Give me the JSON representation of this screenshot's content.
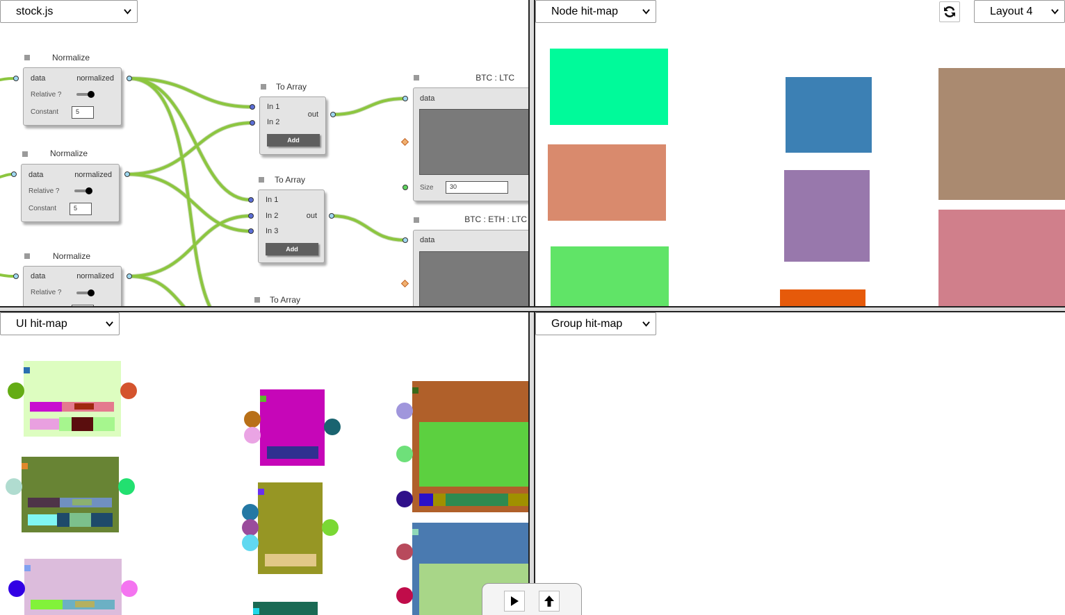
{
  "dropdowns": {
    "top_left": "stock.js",
    "top_right": "Node hit-map",
    "layout": "Layout 4",
    "bottom_left": "UI hit-map",
    "bottom_right": "Group hit-map"
  },
  "graph": {
    "normalize": {
      "title": "Normalize",
      "port_in": "data",
      "port_out": "normalized",
      "relative_label": "Relative ?",
      "constant_label": "Constant",
      "constant_value": "5"
    },
    "to_array": {
      "title": "To Array",
      "in1": "In 1",
      "in2": "In 2",
      "in3": "In 3",
      "out": "out",
      "add_button": "Add"
    },
    "btc_ltc": {
      "title": "BTC : LTC",
      "port_in": "data",
      "size_label": "Size",
      "size_value": "30"
    },
    "btc_eth_ltc": {
      "title": "BTC : ETH : LTC",
      "port_in": "data"
    }
  },
  "colors": {
    "wire": "#8cc63f",
    "port": "#5b6ed6",
    "node_bg": "#e4e4e4"
  },
  "icons": {
    "refresh": "refresh-icon",
    "play": "play-icon",
    "upload": "arrow-up-icon"
  }
}
